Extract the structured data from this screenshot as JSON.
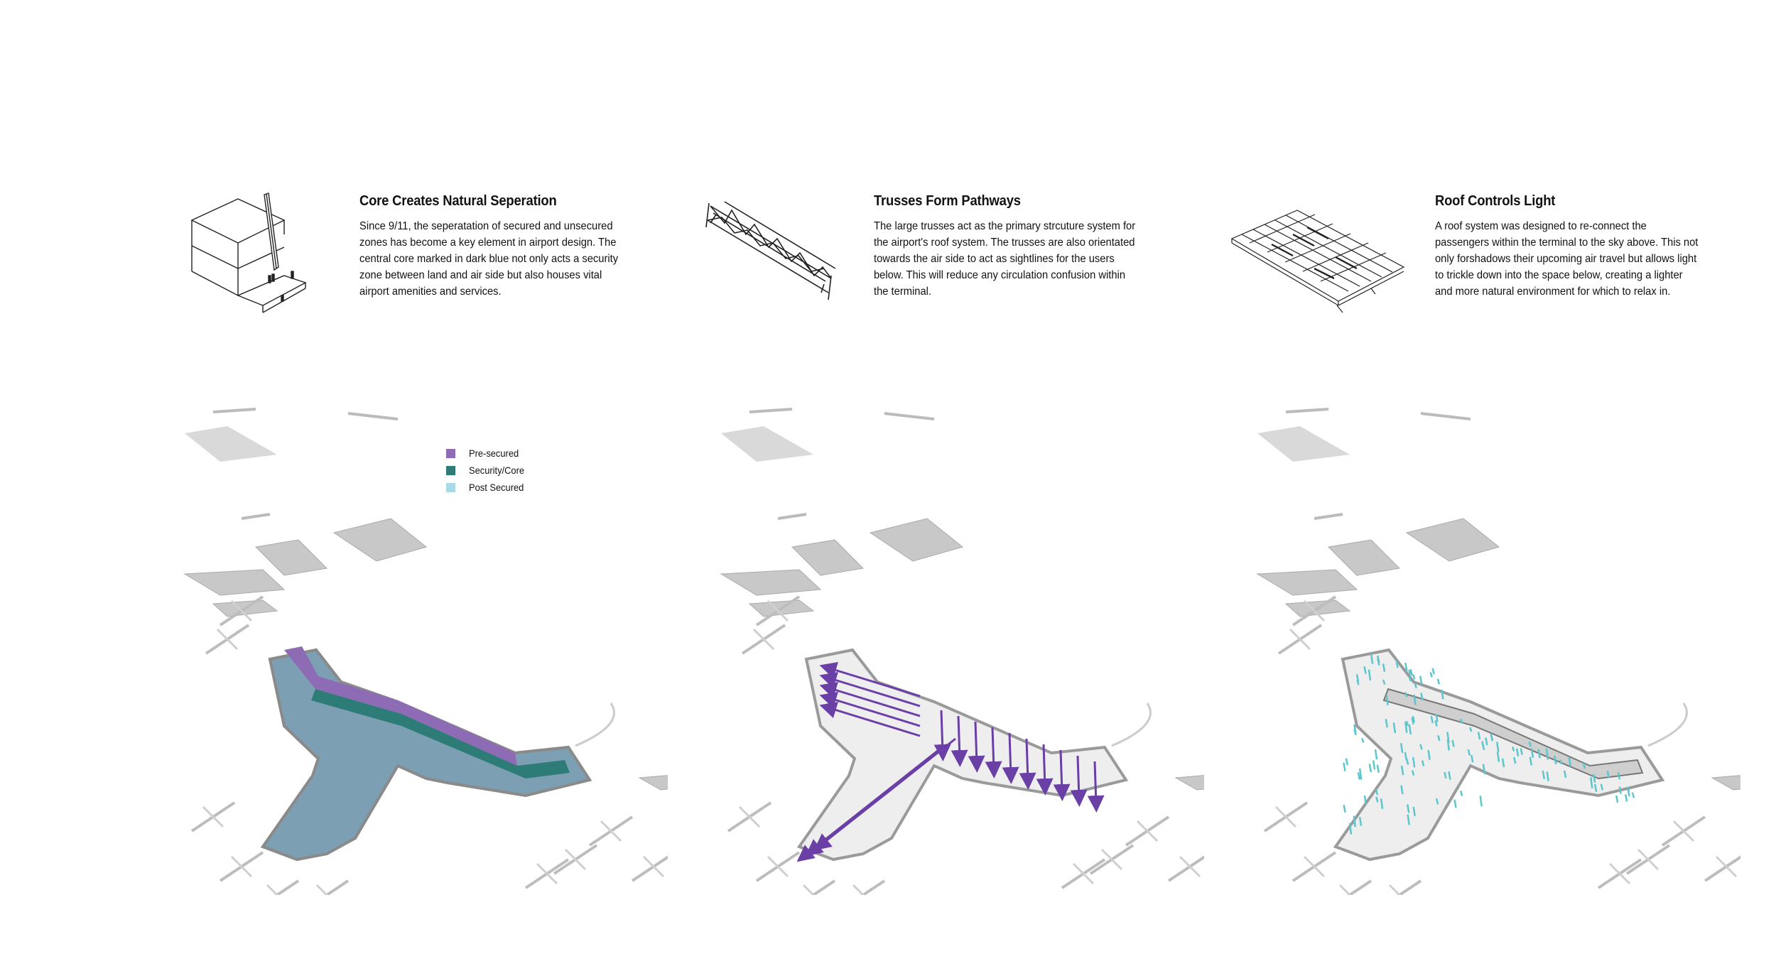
{
  "panels": [
    {
      "title": "Core Creates Natural Seperation",
      "body": "Since 9/11, the seperatation of secured and unsecured zones has become a key element in airport design. The central core marked in dark blue not only acts a security zone between land and air side but also houses vital airport amenities and services."
    },
    {
      "title": "Trusses Form Pathways",
      "body": "The large trusses act as the primary strcuture system for the airport's roof system. The trusses are also orientated towards the air side to act as sightlines for the users below. This will reduce any circulation confusion within the terminal."
    },
    {
      "title": "Roof Controls Light",
      "body": "A roof system was designed to re-connect the passengers within the terminal to the sky above. This not only forshadows their upcoming air travel but allows light to trickle down into the space below, creating a lighter and more natural environment for which to relax in."
    }
  ],
  "legend": [
    {
      "label": "Pre-secured",
      "color": "#8e6bb5"
    },
    {
      "label": "Security/Core",
      "color": "#2e7c77"
    },
    {
      "label": "Post Secured",
      "color": "#a8dbe6"
    }
  ],
  "colors": {
    "pre_secured": "#8e6bb5",
    "security_core": "#2e7c77",
    "post_secured": "#7d9fb3",
    "arrow": "#6a3fa6",
    "light": "#5cc6cc",
    "building": "#c8c8c8"
  }
}
